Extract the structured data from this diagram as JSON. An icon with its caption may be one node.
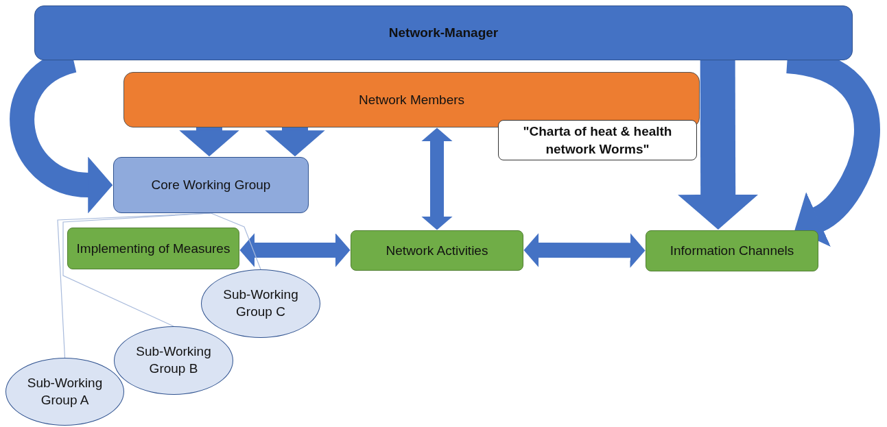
{
  "diagram": {
    "nodes": [
      {
        "text": [
          "Network-Manager"
        ]
      },
      {
        "text": [
          "Network Members"
        ]
      },
      {
        "text": [
          "\"Charta of heat & health network Worms\""
        ]
      },
      {
        "text": [
          "Core Working Group"
        ]
      },
      {
        "text": [
          "Implementing of Measures"
        ]
      },
      {
        "text": [
          "Network Activities"
        ]
      },
      {
        "text": [
          "Information Channels"
        ]
      },
      {
        "text": [
          "Sub-Working Group C"
        ]
      },
      {
        "text": [
          "Sub-Working Group B"
        ]
      },
      {
        "text": [
          "Sub-Working Group A"
        ]
      }
    ],
    "edges": [
      {
        "from": 0,
        "to": 3,
        "arrow": "to"
      },
      {
        "from": 0,
        "to": 6,
        "arrow": "to",
        "style": "thick"
      },
      {
        "from": 0,
        "to": 6,
        "arrow": "to"
      },
      {
        "from": 1,
        "to": 3,
        "arrow": "to"
      },
      {
        "from": 1,
        "to": 3,
        "arrow": "to"
      },
      {
        "from": 1,
        "to": 5,
        "arrow": "both"
      },
      {
        "from": 4,
        "to": 5,
        "arrow": "both"
      },
      {
        "from": 5,
        "to": 6,
        "arrow": "both"
      },
      {
        "from": 3,
        "to": 7,
        "arrow": "none",
        "color": "#a9bbdc"
      },
      {
        "from": 3,
        "to": 8,
        "arrow": "none",
        "color": "#a9bbdc"
      },
      {
        "from": 3,
        "to": 9,
        "arrow": "none",
        "color": "#a9bbdc"
      }
    ]
  }
}
